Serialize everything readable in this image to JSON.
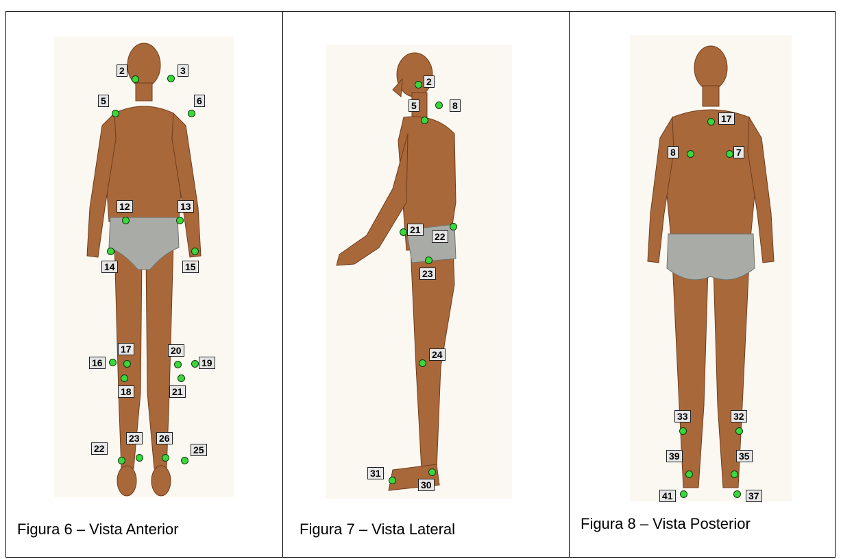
{
  "panels": [
    {
      "caption": "Figura 6 – Vista Anterior",
      "view": "anterior",
      "markers": [
        "2",
        "3",
        "5",
        "6",
        "12",
        "13",
        "14",
        "15",
        "16",
        "17",
        "18",
        "19",
        "20",
        "21",
        "22",
        "23",
        "25",
        "26"
      ]
    },
    {
      "caption": "Figura 7 – Vista Lateral",
      "view": "lateral",
      "markers": [
        "2",
        "5",
        "8",
        "21",
        "22",
        "23",
        "24",
        "30",
        "31"
      ]
    },
    {
      "caption": "Figura 8 – Vista Posterior",
      "view": "posterior",
      "markers": [
        "7",
        "8",
        "17",
        "32",
        "33",
        "35",
        "37",
        "39",
        "41"
      ]
    }
  ],
  "colors": {
    "skin": "#a9683a",
    "skin_shadow": "#7a4522",
    "underwear": "#a9aca6",
    "marker": "#3ed63e",
    "label_bg": "#e6e6e6"
  }
}
